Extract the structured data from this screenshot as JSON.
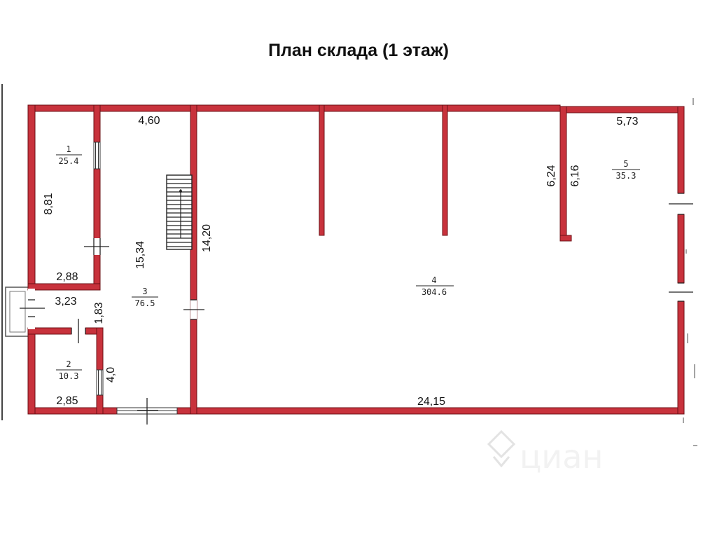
{
  "title": "План склада (1 этаж)",
  "colors": {
    "wall_fill": "#c8323c",
    "wall_edge": "#6b1016",
    "background": "#ffffff"
  },
  "rooms": [
    {
      "number": "1",
      "area": "25.4"
    },
    {
      "number": "2",
      "area": "10.3"
    },
    {
      "number": "3",
      "area": "76.5"
    },
    {
      "number": "4",
      "area": "304.6"
    },
    {
      "number": "5",
      "area": "35.3"
    }
  ],
  "dimensions": {
    "room1_width": "2,88",
    "room1_height": "8,81",
    "vestibule_width": "3,23",
    "vestibule_height": "1,83",
    "room2_width": "2,85",
    "room2_height": "4,0",
    "room3_width": "4,60",
    "room3_length": "15,34",
    "hall_height": "14,20",
    "hall_length": "24,15",
    "room5_width": "5,73",
    "room5_partition_outer": "6,24",
    "room5_partition_inner": "6,16"
  },
  "watermark": "циан",
  "icons": [
    "staircase-icon",
    "door-icon",
    "cian-logo-icon"
  ]
}
